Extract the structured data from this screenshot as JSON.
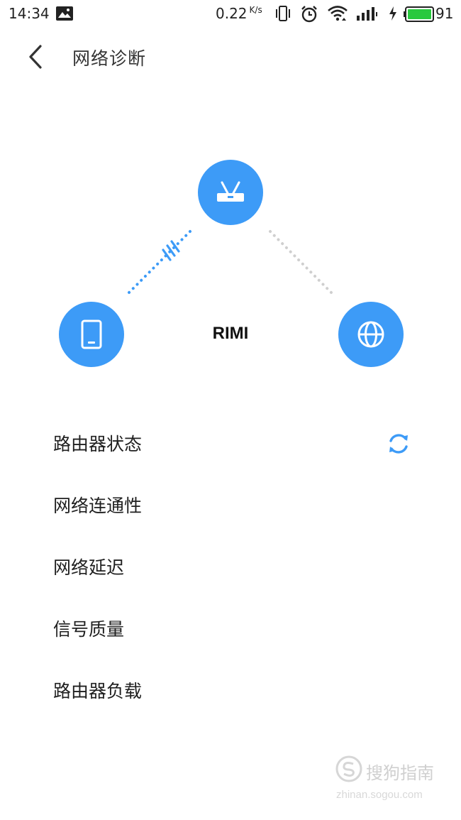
{
  "status_bar": {
    "time": "14:34",
    "net_speed": "0.22",
    "net_speed_unit": "K/s",
    "battery_level": "91",
    "icons": [
      "gallery-icon",
      "vibrate-icon",
      "alarm-icon",
      "wifi-icon",
      "signal-icon",
      "charging-icon",
      "battery-icon"
    ]
  },
  "header": {
    "title": "网络诊断",
    "back_icon": "chevron-left-icon"
  },
  "diagram": {
    "network_name": "RIMI",
    "nodes": [
      "router-icon",
      "phone-icon",
      "globe-icon"
    ],
    "colors": {
      "node": "#3d9bf7",
      "active_link": "#3d9bf7",
      "inactive_link": "#cfcfcf"
    }
  },
  "checks": [
    {
      "label": "路由器状态",
      "status_icon": "refresh-icon"
    },
    {
      "label": "网络连通性"
    },
    {
      "label": "网络延迟"
    },
    {
      "label": "信号质量"
    },
    {
      "label": "路由器负载"
    }
  ],
  "watermark": {
    "text": "搜狗指南",
    "url": "zhinan.sogou.com"
  }
}
